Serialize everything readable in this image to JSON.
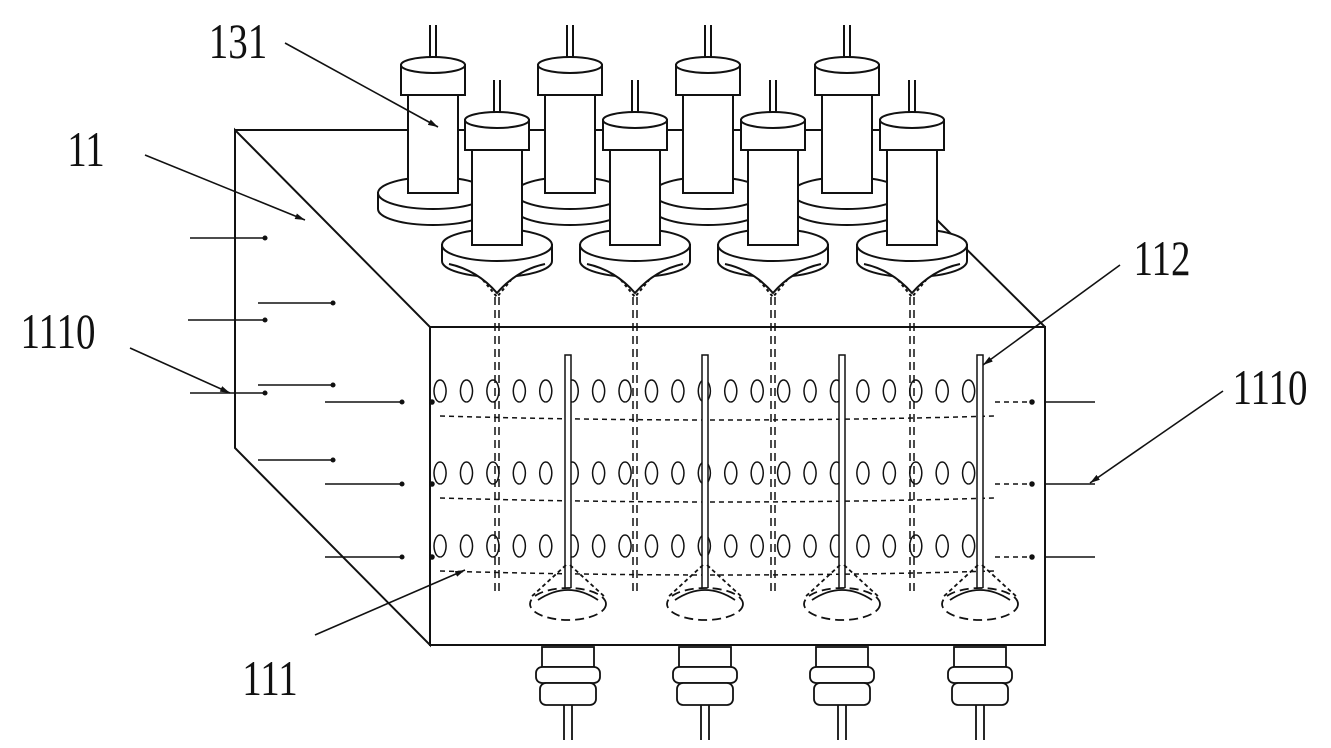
{
  "labels": {
    "l131": "131",
    "l11": "11",
    "l1110_left": "1110",
    "l112": "112",
    "l1110_right": "1110",
    "l111": "111"
  },
  "colors": {
    "line": "#111111",
    "background": "#ffffff"
  }
}
